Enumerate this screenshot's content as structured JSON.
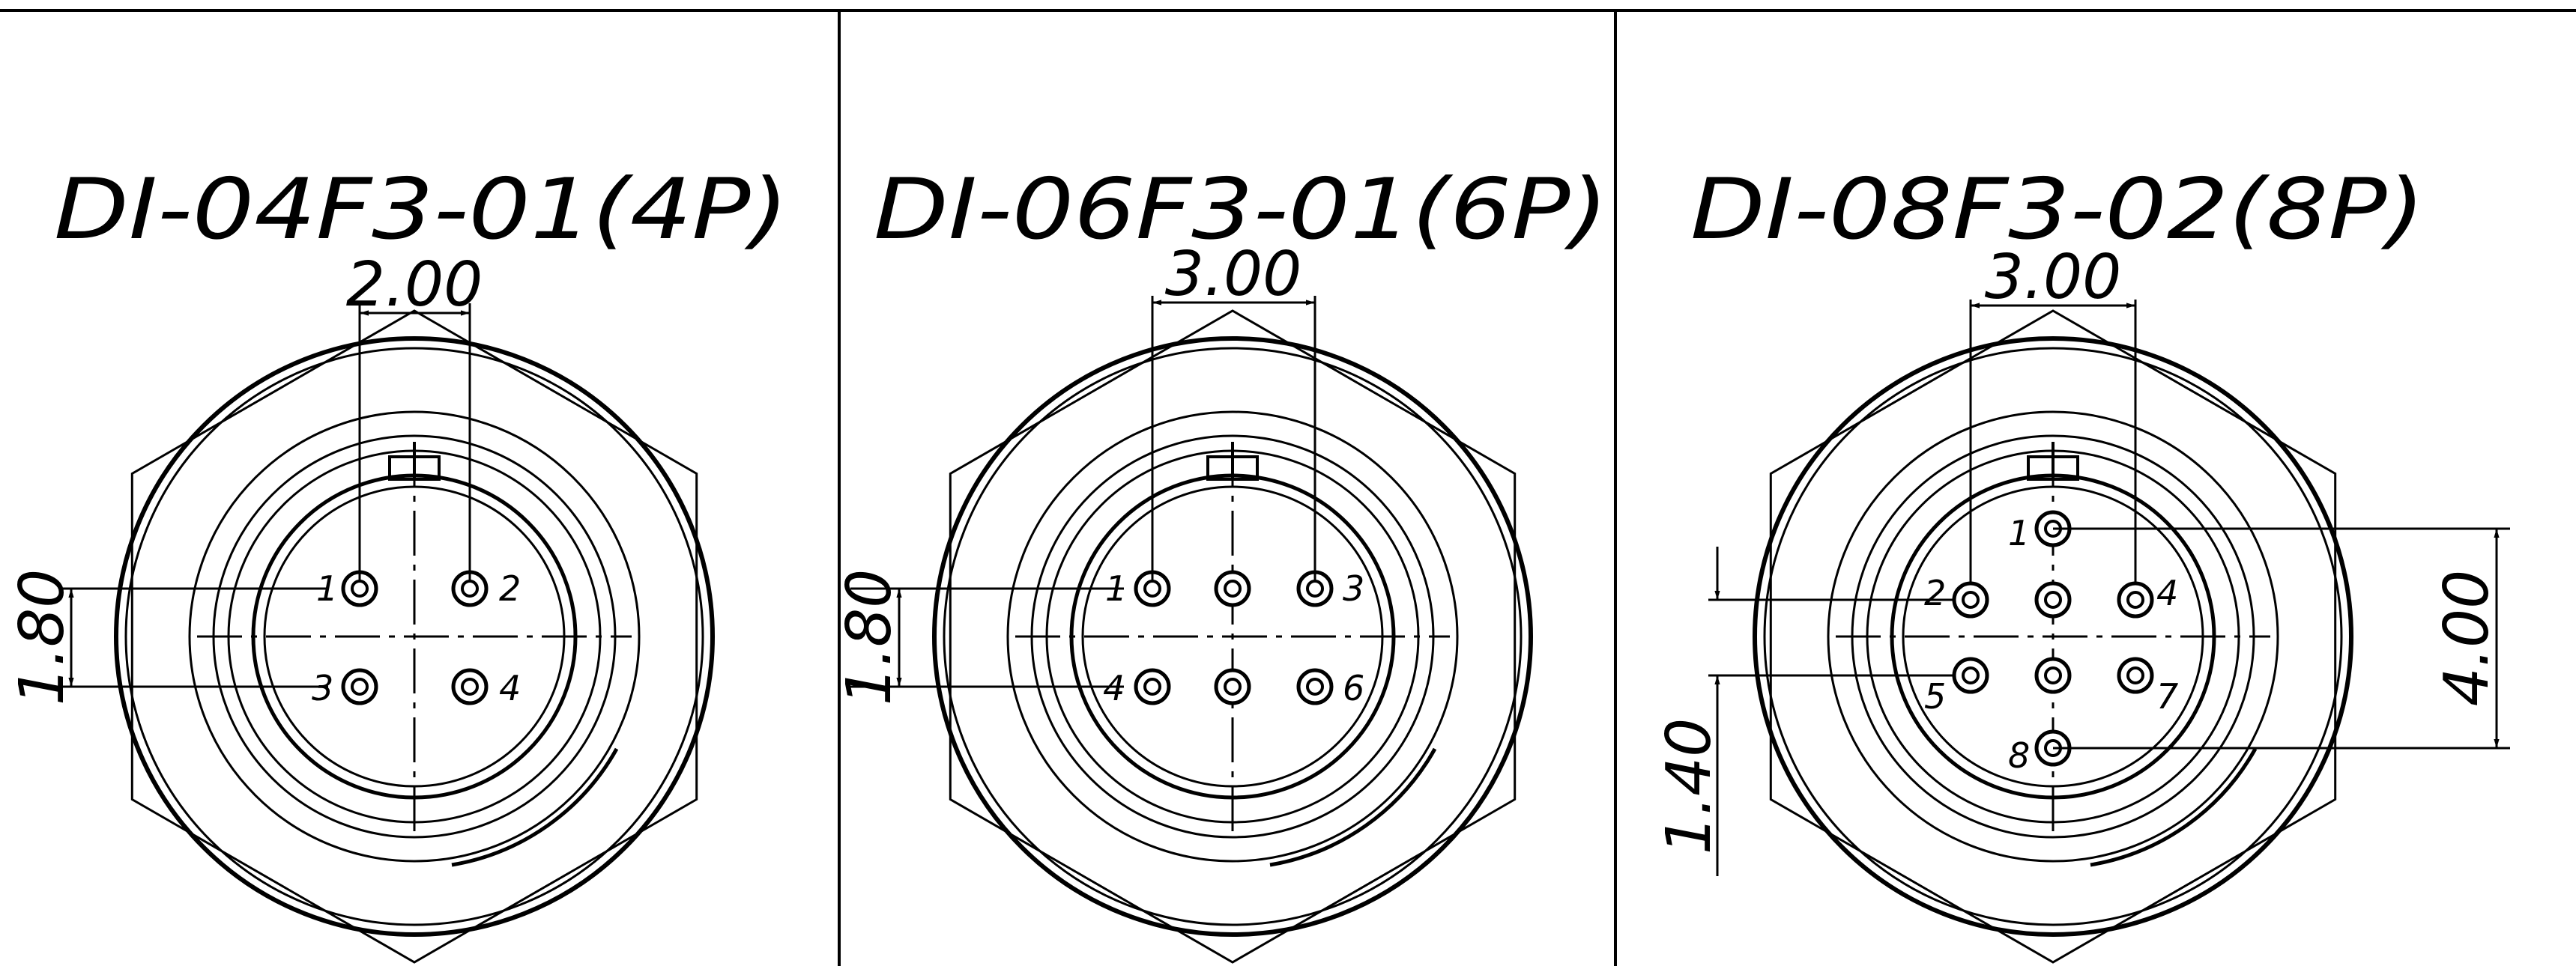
{
  "panels": [
    {
      "title": "DI-04F3-01(4P)",
      "pin_labels": [
        "1",
        "2",
        "3",
        "4"
      ],
      "dimensions": {
        "horizontal": "2.00",
        "vertical_left": "1.80"
      }
    },
    {
      "title": "DI-06F3-01(6P)",
      "pin_labels": [
        "1",
        "3",
        "4",
        "6"
      ],
      "dimensions": {
        "horizontal": "3.00",
        "vertical_left": "1.80"
      }
    },
    {
      "title": "DI-08F3-02(8P)",
      "pin_labels": [
        "1",
        "2",
        "4",
        "5",
        "7",
        "8"
      ],
      "dimensions": {
        "horizontal": "3.00",
        "vertical_left": "1.40",
        "vertical_right": "4.00"
      }
    }
  ],
  "colors": {
    "line": "#000000",
    "background": "#ffffff"
  }
}
